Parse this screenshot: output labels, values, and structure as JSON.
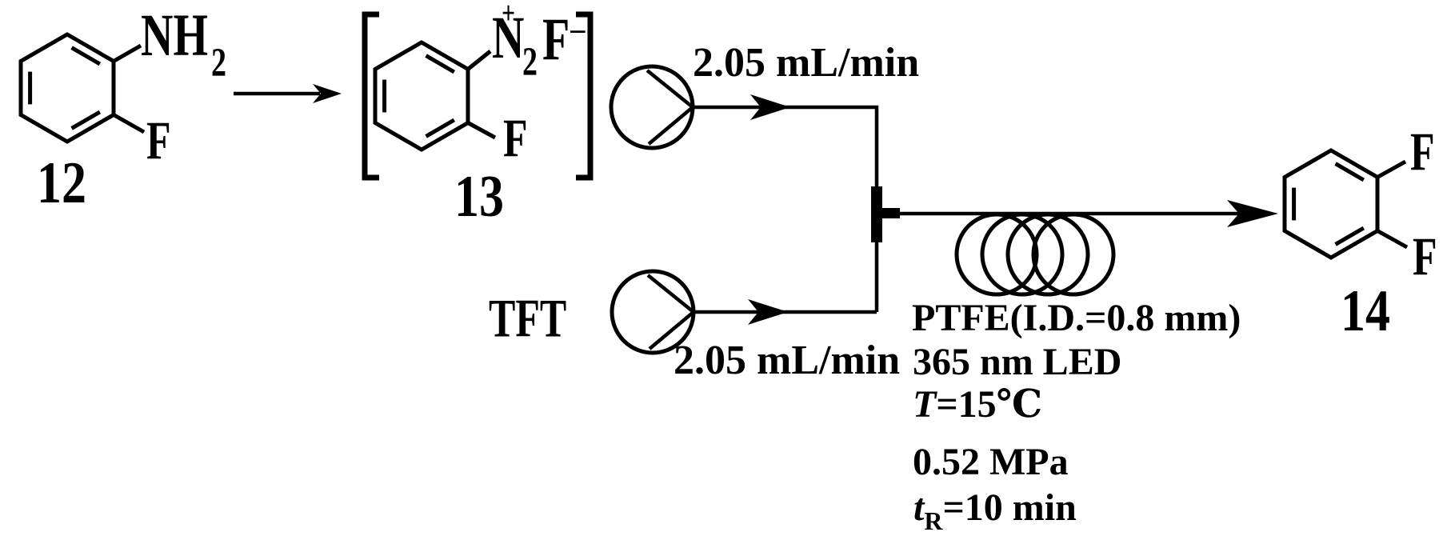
{
  "colors": {
    "ink": "#000000",
    "background": "#ffffff"
  },
  "compound_12": {
    "number": "12",
    "amine_main": "NH",
    "amine_sub": "2",
    "fluoro": "F"
  },
  "compound_13": {
    "number": "13",
    "diazonium_plus": "+",
    "diazonium_n": "N",
    "diazonium_sub": "2",
    "counterion": "F",
    "counterion_charge": "−",
    "fluoro": "F"
  },
  "compound_14": {
    "number": "14",
    "fluoro_top": "F",
    "fluoro_bottom": "F"
  },
  "pump_top": {
    "flow_rate": "2.05 mL/min"
  },
  "pump_bottom": {
    "flow_rate": "2.05 mL/min",
    "feed_label": "TFT"
  },
  "reactor": {
    "tubing": "PTFE(I.D.=0.8 mm)",
    "light": "365 nm LED",
    "temp_symbol": "T",
    "temp_value": "=15℃",
    "pressure": "0.52 MPa",
    "time_symbol": "t",
    "time_sub": "R",
    "time_value": "=10 min"
  }
}
